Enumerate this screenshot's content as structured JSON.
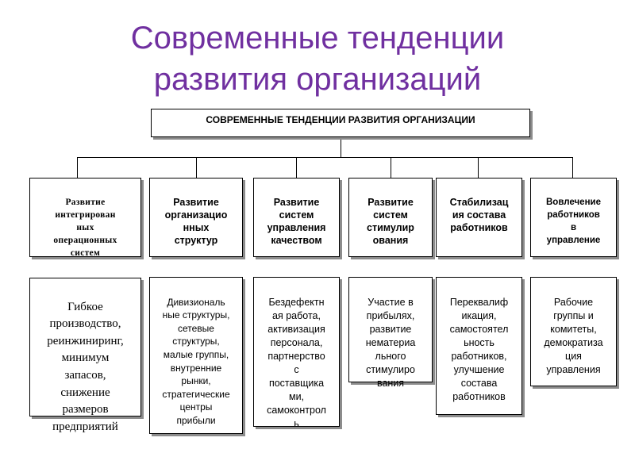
{
  "title": {
    "line1": "Современные тенденции",
    "line2": "развития организаций"
  },
  "root": {
    "label": "СОВРЕМЕННЫЕ ТЕНДЕНЦИИ РАЗВИТИЯ ОРГАНИЗАЦИИ"
  },
  "categories": [
    {
      "label": "Развитие\nинтегрирован\nных\nоперационных\nсистем"
    },
    {
      "label": "Развитие\nорганизацио\nнных\nструктур"
    },
    {
      "label": "Развитие\nсистем\nуправления\nкачеством"
    },
    {
      "label": "Развитие\nсистем\nстимулир\nования"
    },
    {
      "label": "Стабилизац\nия состава\nработников"
    },
    {
      "label": "Вовлечение\nработников\nв\nуправление"
    }
  ],
  "details": [
    {
      "text": "Гибкое\nпроизводство,\nреинжиниринг,\nминимум\nзапасов,\nснижение\nразмеров\nпредприятий"
    },
    {
      "text": "Дивизиональ\nные структуры,\nсетевые\nструктуры,\nмалые группы,\nвнутренние\nрынки,\nстратегические\nцентры\nприбыли"
    },
    {
      "text": "Бездефектн\nая работа,\nактивизация\nперсонала,\nпартнерство\nс\nпоставщика\nми,\nсамоконтрол\nь"
    },
    {
      "text": "Участие в\nприбылях,\nразвитие\nнематериа\nльного\nстимулиро\nвания"
    },
    {
      "text": "Переквалиф\nикация,\nсамостоятел\nьность\nработников,\nулучшение\nсостава\nработников"
    },
    {
      "text": "Рабочие\nгруппы и\nкомитеты,\nдемократиза\nция\nуправления"
    }
  ]
}
